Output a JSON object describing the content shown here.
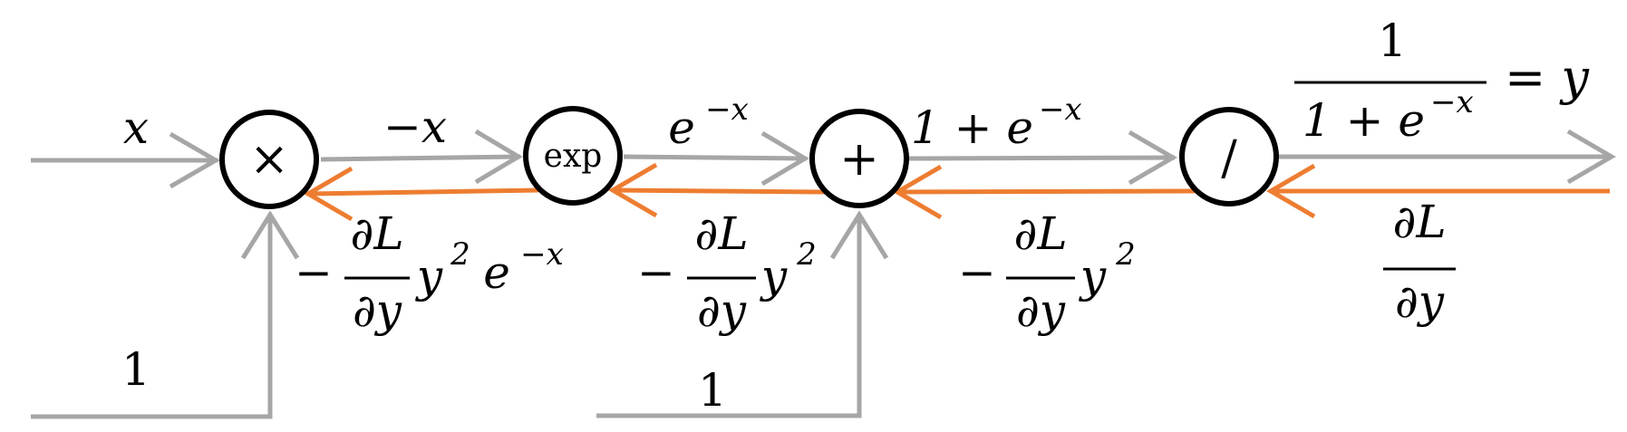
{
  "nodes": {
    "mul": "×",
    "exp": "exp",
    "plus": "+",
    "div": "/"
  },
  "inputs": {
    "x": "x",
    "one_a": "1",
    "one_b": "1"
  },
  "forward": {
    "neg_x": "−x",
    "e_base": "e",
    "e_exp": "−x",
    "sum_one": "1 + e",
    "sum_exp": "−x",
    "out_num": "1",
    "out_den": "1 + e",
    "out_den_exp": "−x",
    "out_eq": "= y"
  },
  "backward": {
    "d_num": "∂L",
    "d_den": "∂y",
    "minus": "−",
    "y_sq": "y",
    "sq": "2",
    "e_base": "e",
    "e_exp": "−x"
  },
  "colors": {
    "forward": "#a6a6a6",
    "backward": "#ed7d31",
    "node_stroke": "#000000"
  }
}
